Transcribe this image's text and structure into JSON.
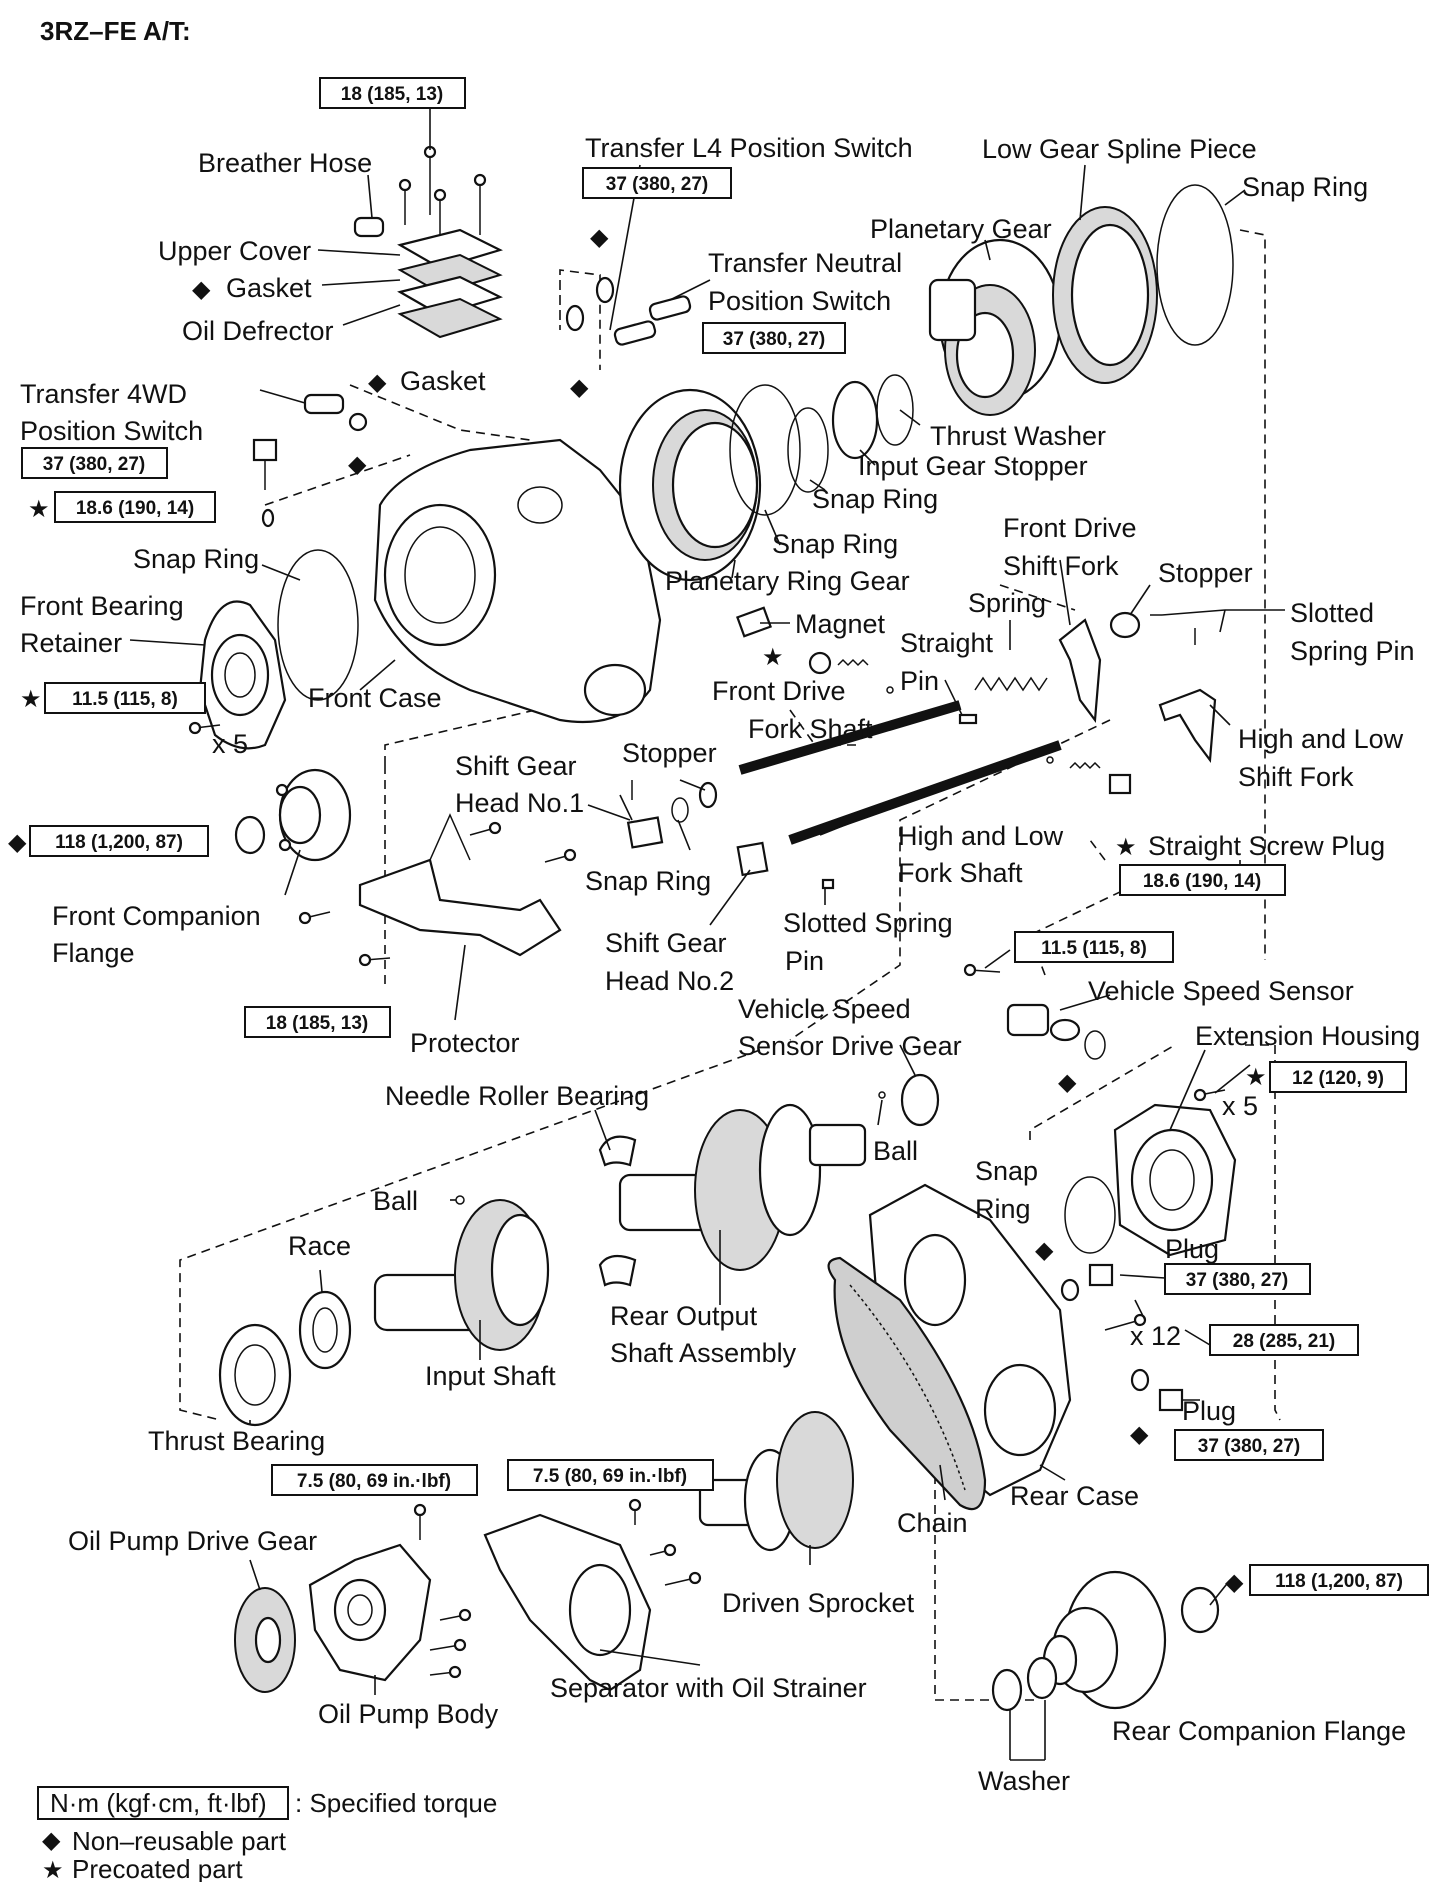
{
  "title": "3RZ–FE A/T:",
  "symbols": {
    "diamond": "◆",
    "star": "★"
  },
  "torques": {
    "t_cover": "18 (185, 13)",
    "t_l4": "37 (380, 27)",
    "t_neutral": "37 (380, 27)",
    "t_4wd": "37 (380, 27)",
    "t_plug_top": "18.6 (190, 14)",
    "t_retainer": "11.5 (115, 8)",
    "t_front_flange": "118 (1,200, 87)",
    "t_protector": "18 (185, 13)",
    "t_screw_plug": "18.6 (190, 14)",
    "t_speed_sensor": "11.5 (115, 8)",
    "t_ext_housing": "12 (120, 9)",
    "t_plug1": "37 (380, 27)",
    "t_rear_case": "28 (285, 21)",
    "t_plug2": "37 (380, 27)",
    "t_pump": "7.5 (80, 69 in.·lbf)",
    "t_separator": "7.5 (80, 69 in.·lbf)",
    "t_rear_flange": "118 (1,200, 87)"
  },
  "labels": {
    "breather_hose": "Breather Hose",
    "upper_cover": "Upper Cover",
    "gasket1": "Gasket",
    "oil_defrector": "Oil Defrector",
    "gasket2": "Gasket",
    "l4_switch": "Transfer L4 Position Switch",
    "neutral_switch_1": "Transfer Neutral",
    "neutral_switch_2": "Position Switch",
    "low_gear_spline": "Low Gear Spline Piece",
    "snap_ring_top": "Snap Ring",
    "planetary_gear": "Planetary Gear",
    "sw4wd_1": "Transfer 4WD",
    "sw4wd_2": "Position Switch",
    "thrust_washer": "Thrust Washer",
    "input_gear_stopper": "Input Gear Stopper",
    "snap_ring_a": "Snap Ring",
    "snap_ring_b": "Snap Ring",
    "planetary_ring_gear": "Planetary Ring Gear",
    "snap_ring_left": "Snap Ring",
    "front_bearing_1": "Front Bearing",
    "front_bearing_2": "Retainer",
    "front_case": "Front Case",
    "x5_a": "x 5",
    "magnet": "Magnet",
    "front_drive_fork_1": "Front Drive",
    "front_drive_fork_2": "Shift Fork",
    "stopper_right": "Stopper",
    "slotted_pin_1": "Slotted",
    "slotted_pin_2": "Spring Pin",
    "spring": "Spring",
    "straight_pin_1": "Straight",
    "straight_pin_2": "Pin",
    "fd_fork_shaft_1": "Front Drive",
    "fd_fork_shaft_2": "Fork Shaft",
    "hl_fork_1": "High and Low",
    "hl_fork_2": "Shift Fork",
    "shift_head1_1": "Shift Gear",
    "shift_head1_2": "Head No.1",
    "stopper_mid": "Stopper",
    "front_comp_1": "Front Companion",
    "front_comp_2": "Flange",
    "snap_ring_mid": "Snap Ring",
    "hl_fork_shaft_1": "High and Low",
    "hl_fork_shaft_2": "Fork Shaft",
    "straight_screw_plug": "Straight Screw Plug",
    "shift_head2_1": "Shift Gear",
    "shift_head2_2": "Head No.2",
    "slotted_pin_b_1": "Slotted Spring",
    "slotted_pin_b_2": "Pin",
    "protector": "Protector",
    "vsd_gear_1": "Vehicle Speed",
    "vsd_gear_2": "Sensor Drive Gear",
    "vs_sensor": "Vehicle Speed Sensor",
    "extension_housing": "Extension Housing",
    "x5_b": "x 5",
    "needle_bearing": "Needle Roller Bearing",
    "ball_right": "Ball",
    "ball_left": "Ball",
    "snap_ring_r_1": "Snap",
    "snap_ring_r_2": "Ring",
    "race": "Race",
    "plug1": "Plug",
    "rear_output_1": "Rear Output",
    "rear_output_2": "Shaft Assembly",
    "x12": "x 12",
    "input_shaft": "Input Shaft",
    "plug2": "Plug",
    "thrust_bearing": "Thrust Bearing",
    "rear_case": "Rear Case",
    "chain": "Chain",
    "oil_pump_drive": "Oil Pump Drive Gear",
    "driven_sprocket": "Driven Sprocket",
    "separator": "Separator with Oil Strainer",
    "oil_pump_body": "Oil Pump Body",
    "rear_comp_flange": "Rear Companion Flange",
    "washer": "Washer"
  },
  "legend": {
    "torque_box": "N·m (kgf·cm, ft·lbf)",
    "torque_text": ": Specified torque",
    "nonreusable": "Non–reusable part",
    "precoated": "Precoated part"
  }
}
